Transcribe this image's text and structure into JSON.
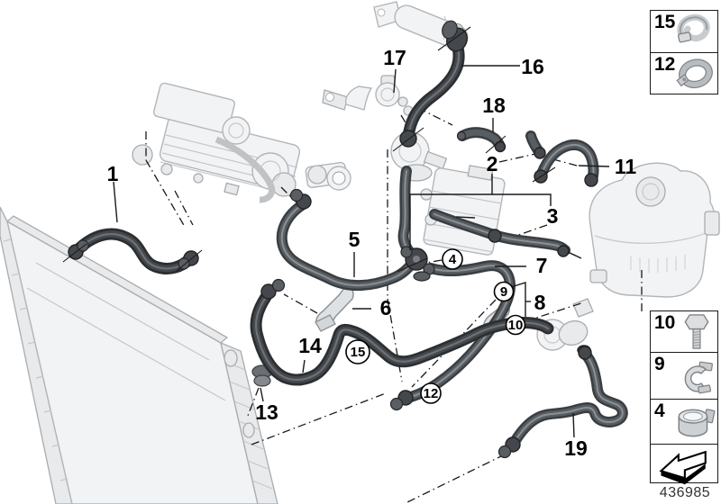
{
  "figure": {
    "part_number": "436985"
  },
  "callouts": {
    "labels": {
      "n1": "1",
      "n2": "2",
      "n3": "3",
      "n5": "5",
      "n6": "6",
      "n7": "7",
      "n8": "8",
      "n11": "11",
      "n13": "13",
      "n14": "14",
      "n16": "16",
      "n17": "17",
      "n18": "18",
      "n19": "19"
    },
    "circled": {
      "c4": "4",
      "c9": "9",
      "c10": "10",
      "c12": "12",
      "c15": "15"
    }
  },
  "legend_top": {
    "items": [
      {
        "label": "15",
        "icon": "folding-clamp-icon"
      },
      {
        "label": "12",
        "icon": "ring-clamp-icon"
      }
    ]
  },
  "legend_bottom": {
    "items": [
      {
        "label": "10",
        "icon": "bolt-icon"
      },
      {
        "label": "9",
        "icon": "clip-clamp-icon"
      },
      {
        "label": "4",
        "icon": "band-clamp-icon"
      }
    ],
    "arrow_icon": "direction-arrow-icon"
  },
  "colors": {
    "hose_dark": "#2c2f32",
    "hose_steel": "#585d62",
    "part_fill": "#f2f3f4",
    "part_stroke": "#b2b6ba",
    "leader": "#1a1a1a",
    "label": "#000000",
    "legend_border": "#1a1a1a"
  }
}
